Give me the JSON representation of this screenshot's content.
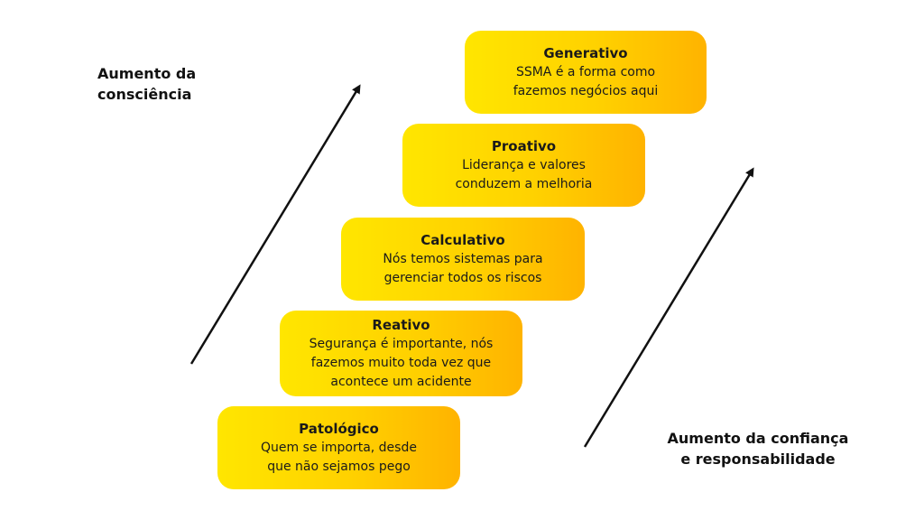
{
  "labels": {
    "left": "Aumento da\nconsciência",
    "right": "Aumento da confiança\ne responsabilidade"
  },
  "stages": [
    {
      "title": "Generativo",
      "description": "SSMA é a forma como\nfazemos negócios aqui"
    },
    {
      "title": "Proativo",
      "description": "Liderança e valores\nconduzem a melhoria"
    },
    {
      "title": "Calculativo",
      "description": "Nós temos sistemas para\ngerenciar todos os riscos"
    },
    {
      "title": "Reativo",
      "description": "Segurança é importante, nós\nfazemos muito toda vez que\nacontece um acidente"
    },
    {
      "title": "Patológico",
      "description": "Quem se importa, desde\nque não sejamos pego"
    }
  ],
  "colors": {
    "box_gradient_start": "#ffe600",
    "box_gradient_end": "#ffb300",
    "arrow": "#111111"
  },
  "icons": {
    "arrows": "up-right-arrow"
  }
}
